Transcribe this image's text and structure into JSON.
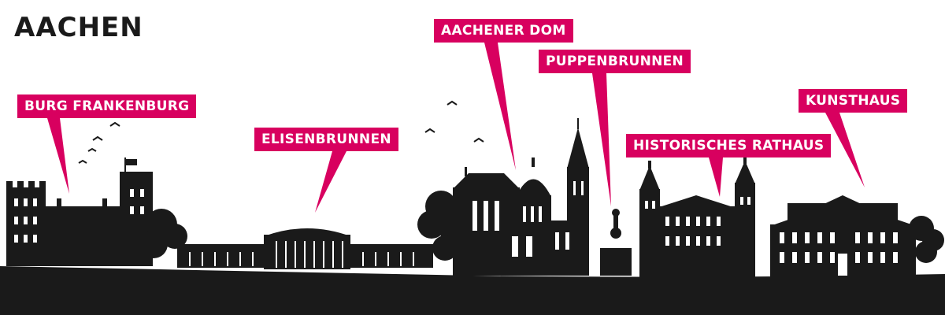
{
  "title": "AACHEN",
  "colors": {
    "accent": "#d8005f",
    "silhouette": "#1a1a1a",
    "background": "#ffffff"
  },
  "landmarks": [
    {
      "id": "burg",
      "label": "BURG FRANKENBURG"
    },
    {
      "id": "elisen",
      "label": "ELISENBRUNNEN"
    },
    {
      "id": "dom",
      "label": "AACHENER DOM"
    },
    {
      "id": "puppen",
      "label": "PUPPENBRUNNEN"
    },
    {
      "id": "rathaus",
      "label": "HISTORISCHES RATHAUS"
    },
    {
      "id": "kunst",
      "label": "KUNSTHAUS"
    }
  ]
}
